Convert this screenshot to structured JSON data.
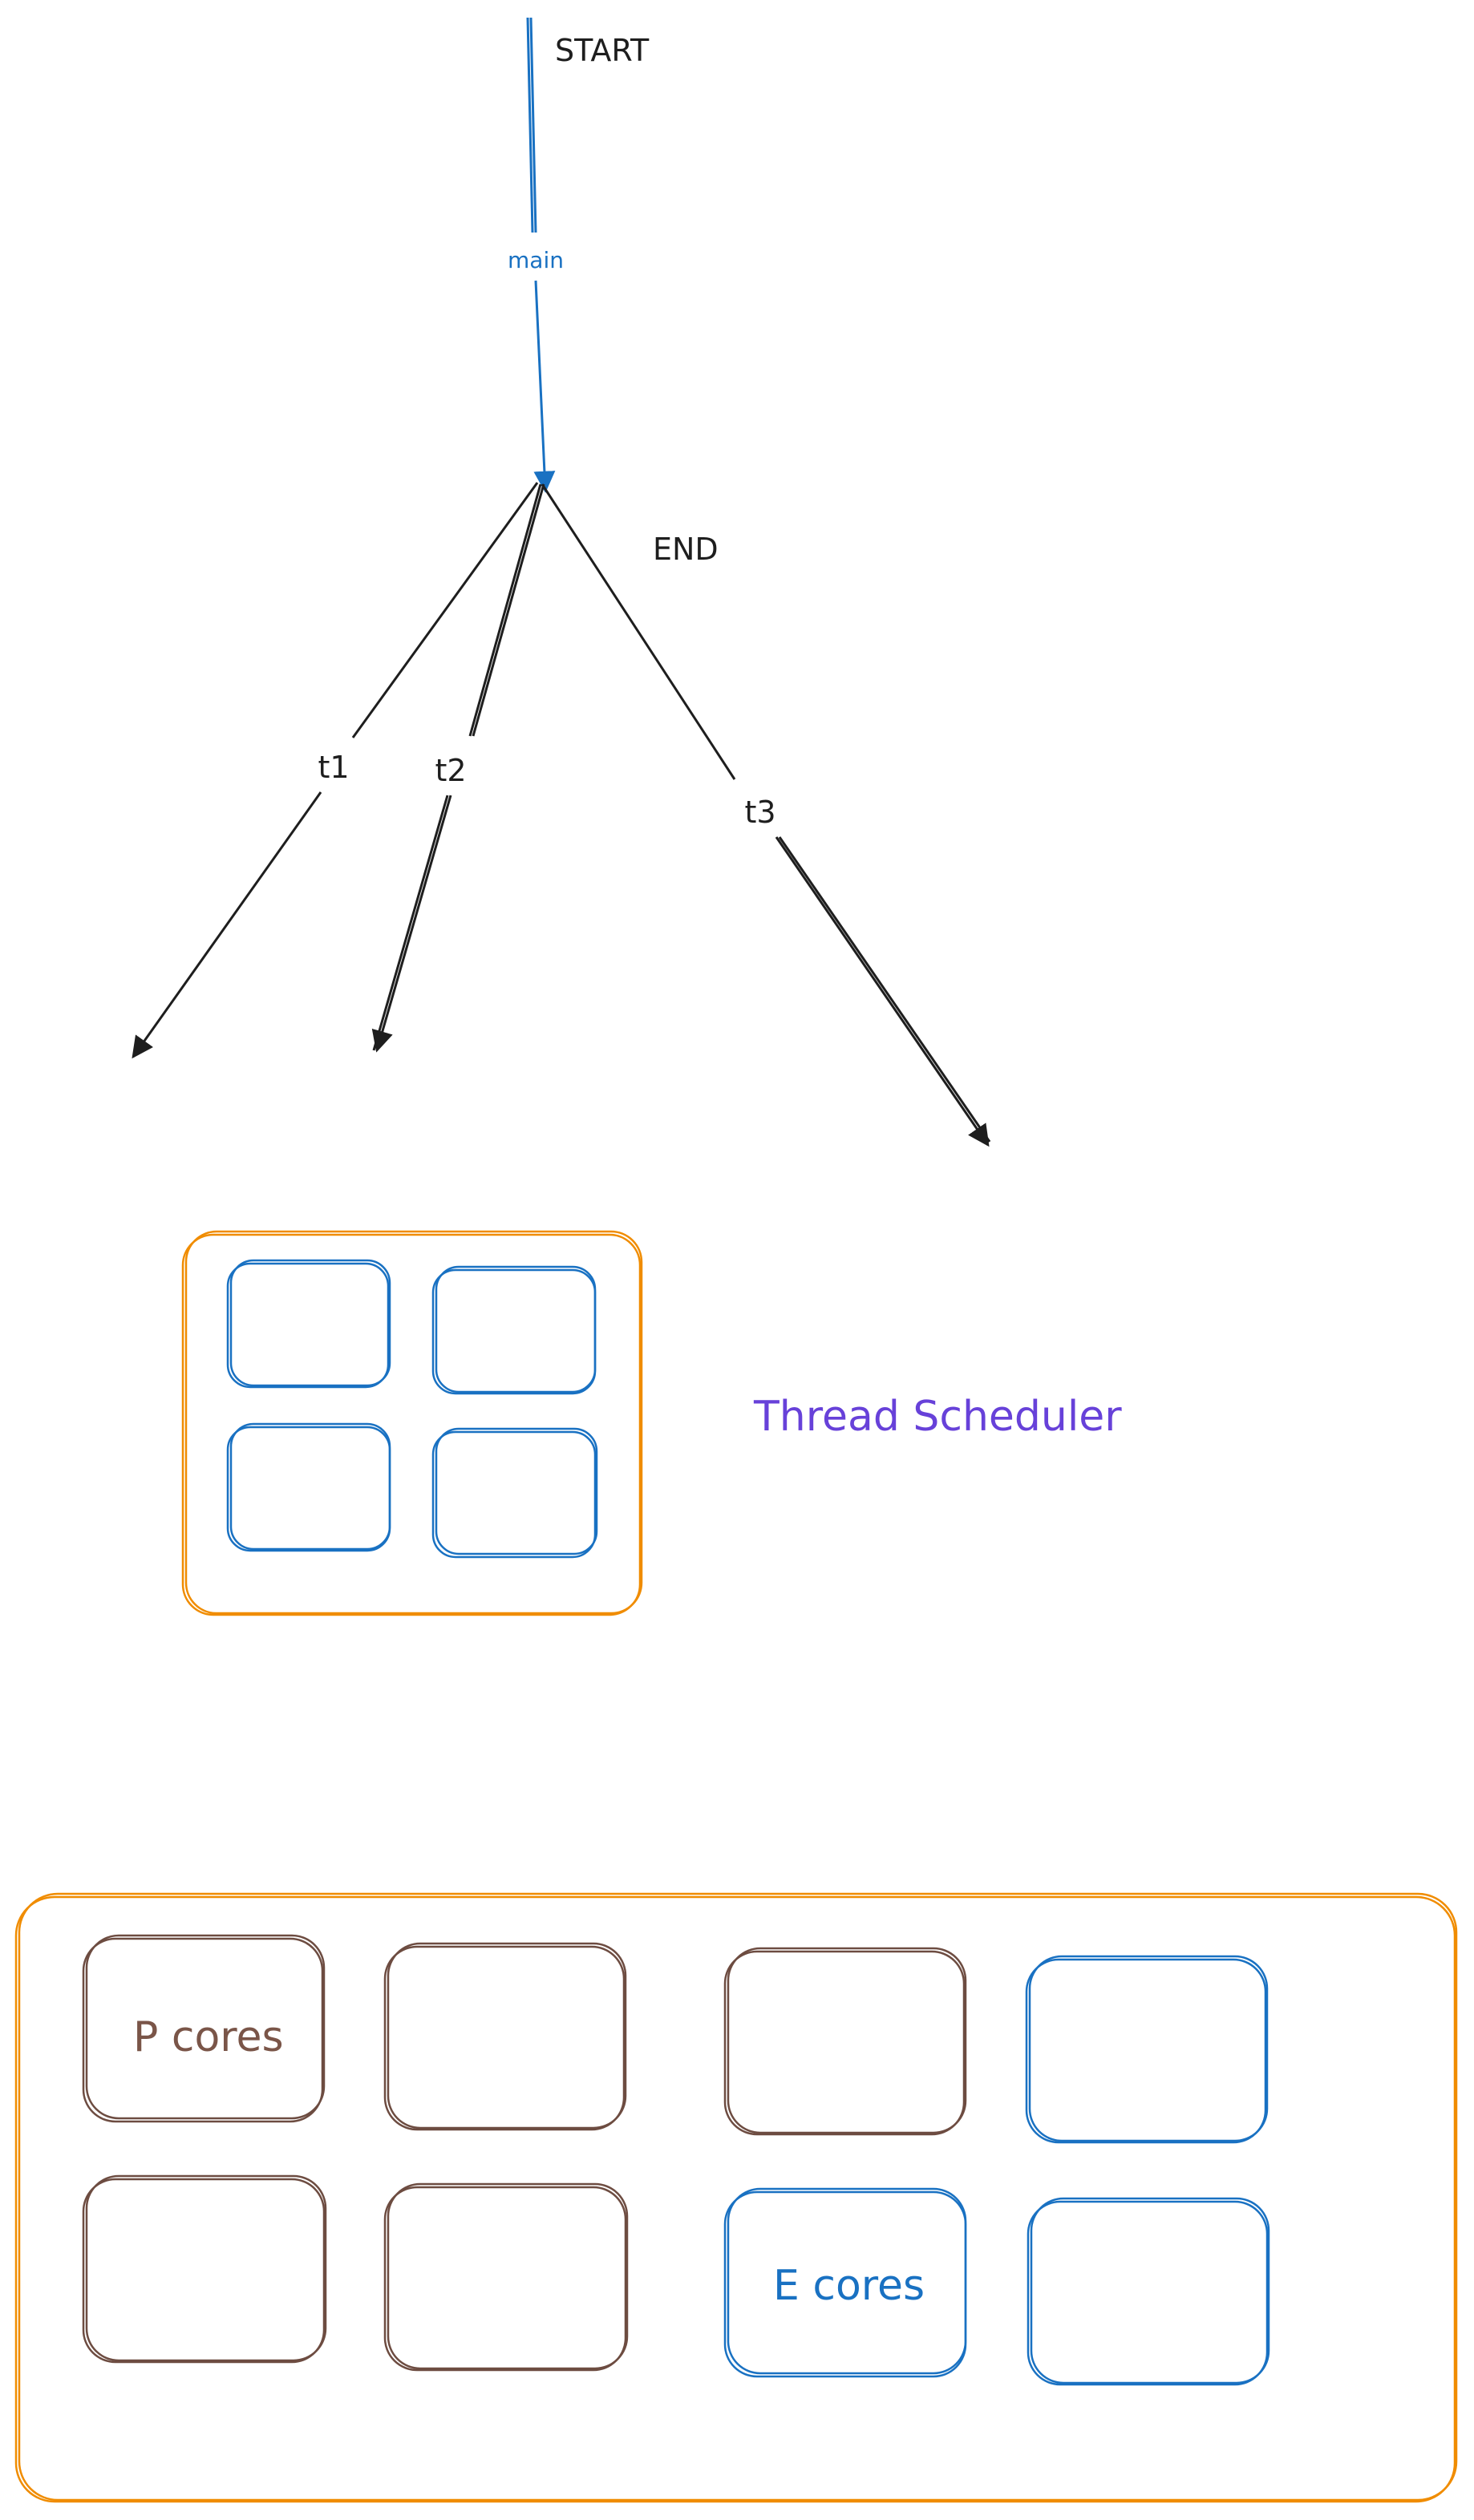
{
  "labels": {
    "start": "START",
    "end": "END",
    "main": "main",
    "t1": "t1",
    "t2": "t2",
    "t3": "t3",
    "scheduler": "Thread Scheduler",
    "p_cores": "P cores",
    "e_cores": "E cores"
  },
  "colors": {
    "ink": "#1e1e1e",
    "main_arrow": "#1971c2",
    "scheduler_text": "#6741d9",
    "p_core": "#6d4c41",
    "e_core": "#1971c2",
    "container": "#f08c00"
  }
}
